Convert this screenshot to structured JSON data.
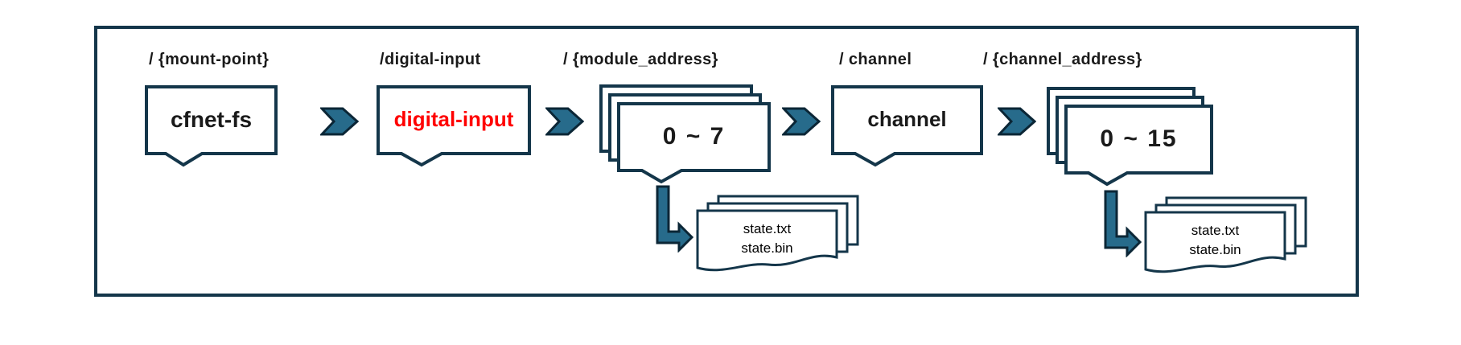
{
  "colors": {
    "outline": "#14364a",
    "arrow-fill": "#276b8b",
    "arrow-outline": "#0b2636",
    "highlight": "#ff0000",
    "text": "#1a1a1a"
  },
  "nodes": [
    {
      "path_label": "/ {mount-point}",
      "name": "cfnet-fs"
    },
    {
      "path_label": "/digital-input",
      "name": "digital-input"
    },
    {
      "path_label": "/ {module_address}",
      "name": "0 ~ 7"
    },
    {
      "path_label": "/ channel",
      "name": "channel"
    },
    {
      "path_label": "/ {channel_address}",
      "name": "0 ~ 15"
    }
  ],
  "documents": [
    {
      "line1": "state.txt",
      "line2": "state.bin"
    },
    {
      "line1": "state.txt",
      "line2": "state.bin"
    }
  ]
}
